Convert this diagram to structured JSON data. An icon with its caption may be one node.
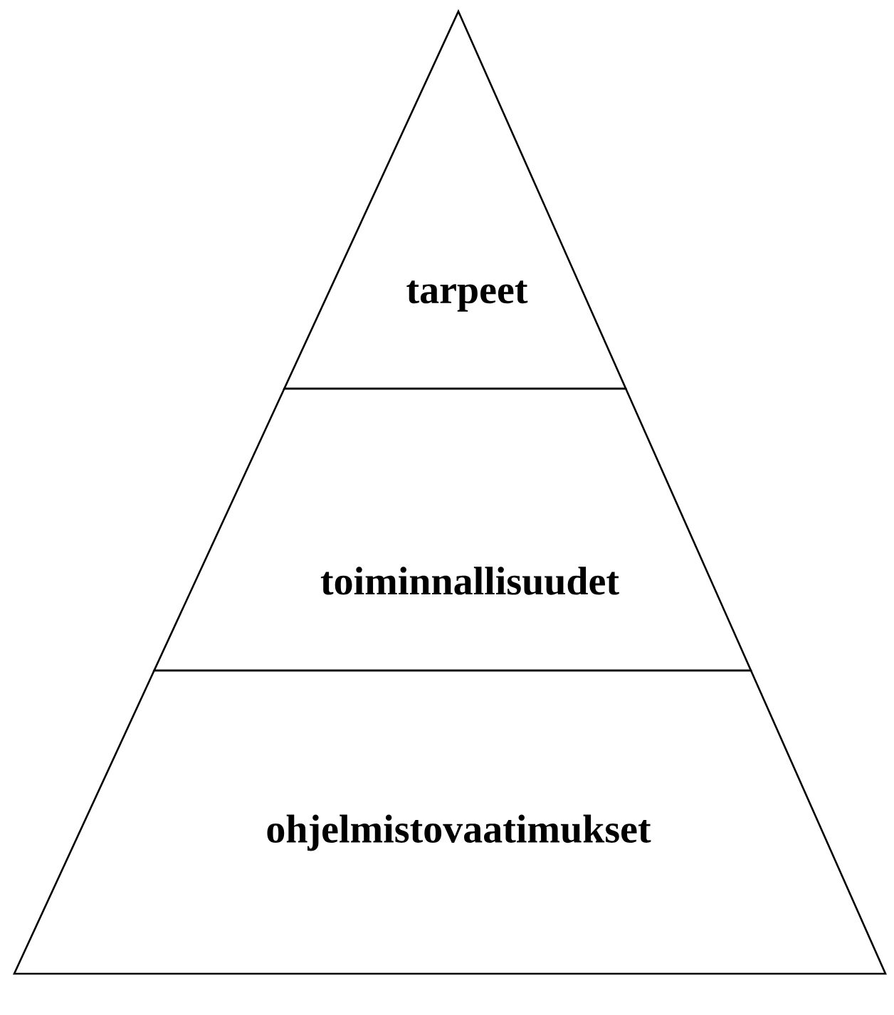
{
  "diagram": {
    "nodes": [
      {
        "text": [
          "tarpeet"
        ]
      },
      {
        "text": [
          "toiminnallisuudet"
        ]
      },
      {
        "text": [
          "ohjelmistovaatimukset"
        ]
      }
    ]
  }
}
